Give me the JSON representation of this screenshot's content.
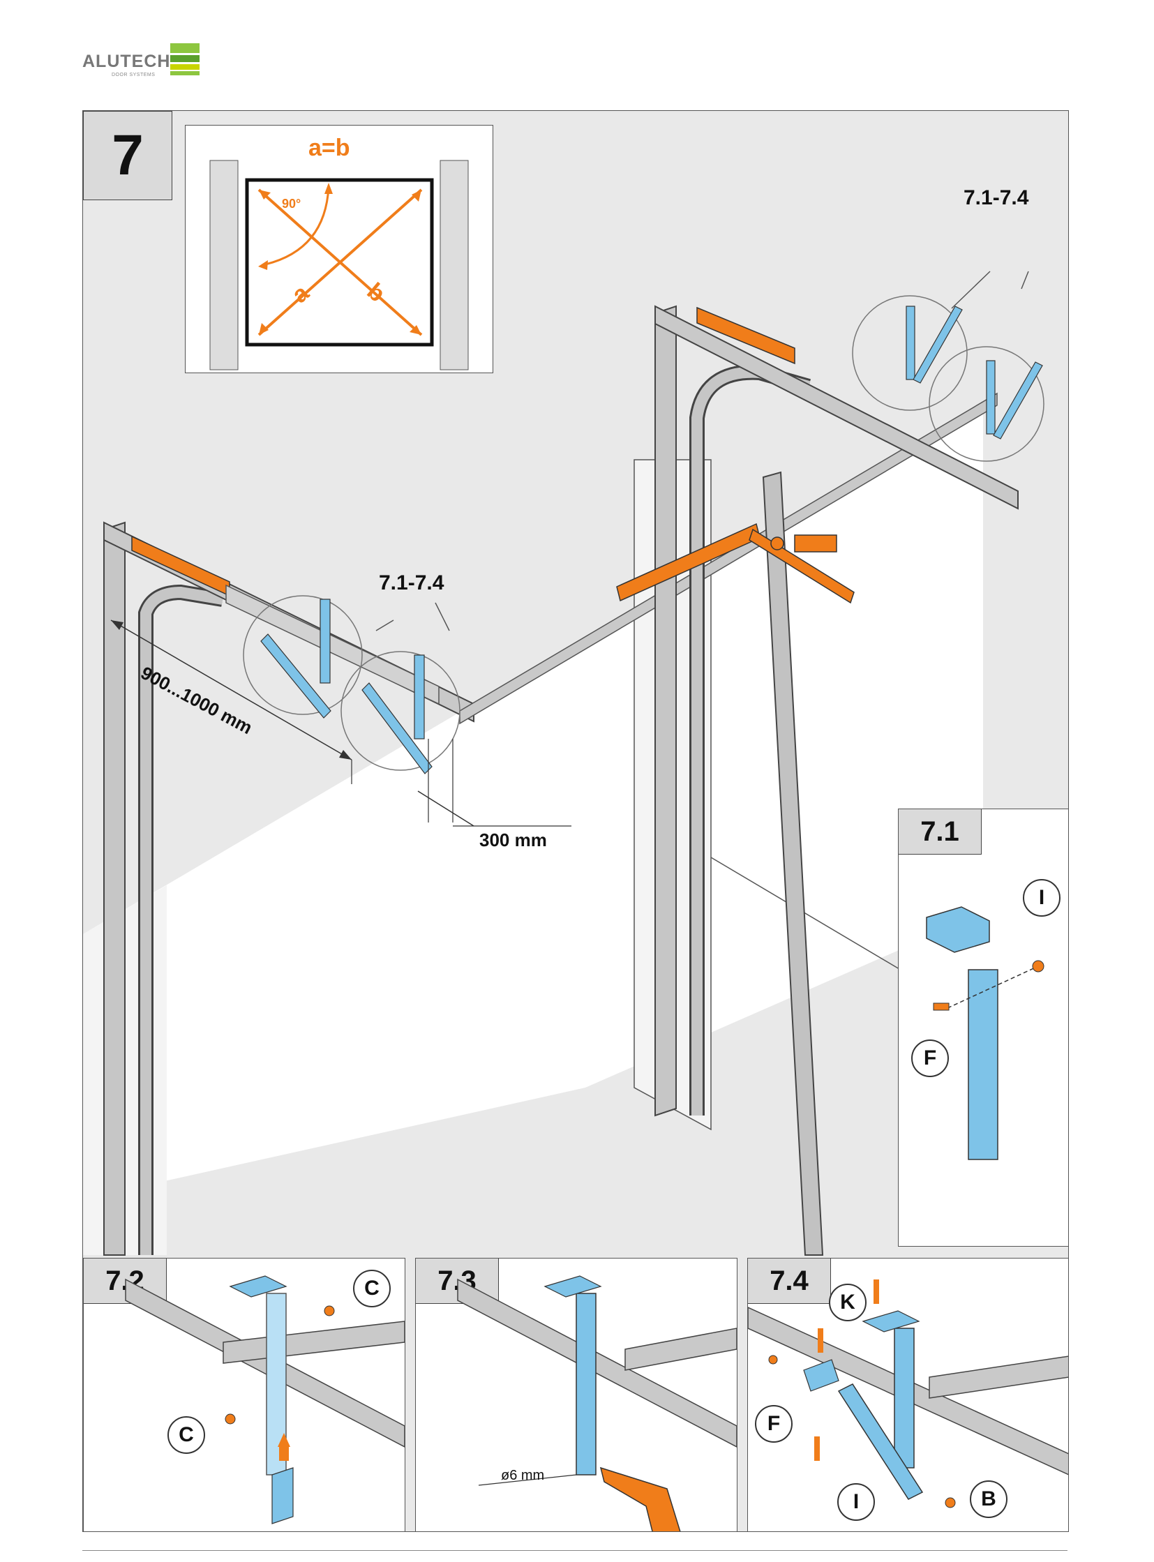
{
  "logo": {
    "brand": "ALUTECH",
    "sub": "DOOR SYSTEMS",
    "colors": [
      "#8dc63f",
      "#5aa02c",
      "#c8d400"
    ]
  },
  "main_step": {
    "number": "7",
    "inset": {
      "equation": "a=b",
      "angle": "90°",
      "diag_a": "a",
      "diag_b": "b"
    },
    "callout_left": "7.1-7.4",
    "callout_right": "7.1-7.4",
    "dim_long": "900...1000 mm",
    "dim_short": "300 mm"
  },
  "step_7_1": {
    "label": "7.1",
    "parts": [
      "I",
      "F"
    ]
  },
  "step_7_2": {
    "label": "7.2",
    "parts": [
      "C",
      "C"
    ]
  },
  "step_7_3": {
    "label": "7.3",
    "drill_size": "ø6 mm"
  },
  "step_7_4": {
    "label": "7.4",
    "parts": [
      "K",
      "F",
      "I",
      "B"
    ]
  },
  "colors": {
    "orange": "#f07d1a",
    "blue": "#7ec3e8",
    "rail": "#b8b8b8",
    "wall": "#e9e9e9"
  }
}
